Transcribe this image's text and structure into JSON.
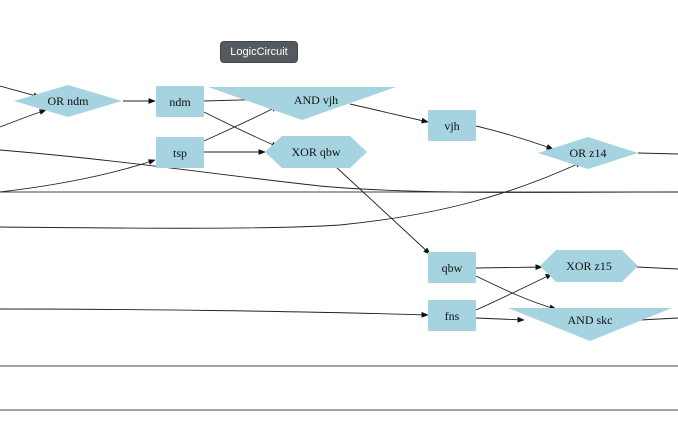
{
  "badge": {
    "label": "LogicCircuit"
  },
  "nodes": {
    "or_ndm": "OR ndm",
    "ndm": "ndm",
    "and_vjh": "AND vjh",
    "tsp": "tsp",
    "xor_qbw": "XOR qbw",
    "vjh": "vjh",
    "or_z14": "OR z14",
    "qbw": "qbw",
    "xor_z15": "XOR z15",
    "fns": "fns",
    "and_skc": "AND skc"
  },
  "colors": {
    "node_fill": "#a5d3e0",
    "edge": "#222222",
    "badge_bg": "#555a5e"
  }
}
